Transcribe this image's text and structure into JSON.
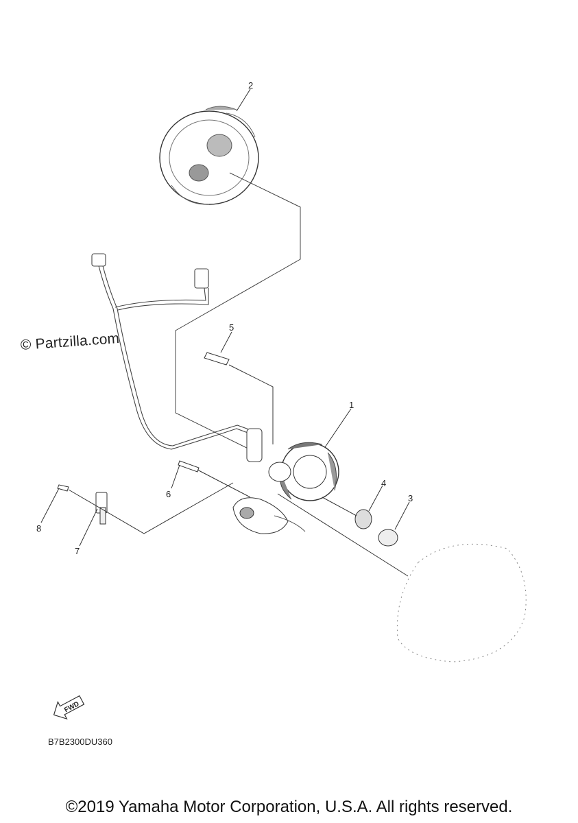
{
  "watermark": "© Partzilla.com",
  "callouts": [
    {
      "id": "1",
      "label": "1"
    },
    {
      "id": "2",
      "label": "2"
    },
    {
      "id": "3",
      "label": "3"
    },
    {
      "id": "4",
      "label": "4"
    },
    {
      "id": "5",
      "label": "5"
    },
    {
      "id": "6",
      "label": "6"
    },
    {
      "id": "7",
      "label": "7"
    },
    {
      "id": "8",
      "label": "8"
    }
  ],
  "fwd_badge": "FWD",
  "diagram_code": "B7B2300DU360",
  "copyright": "©2019 Yamaha Motor Corporation, U.S.A. All rights reserved."
}
